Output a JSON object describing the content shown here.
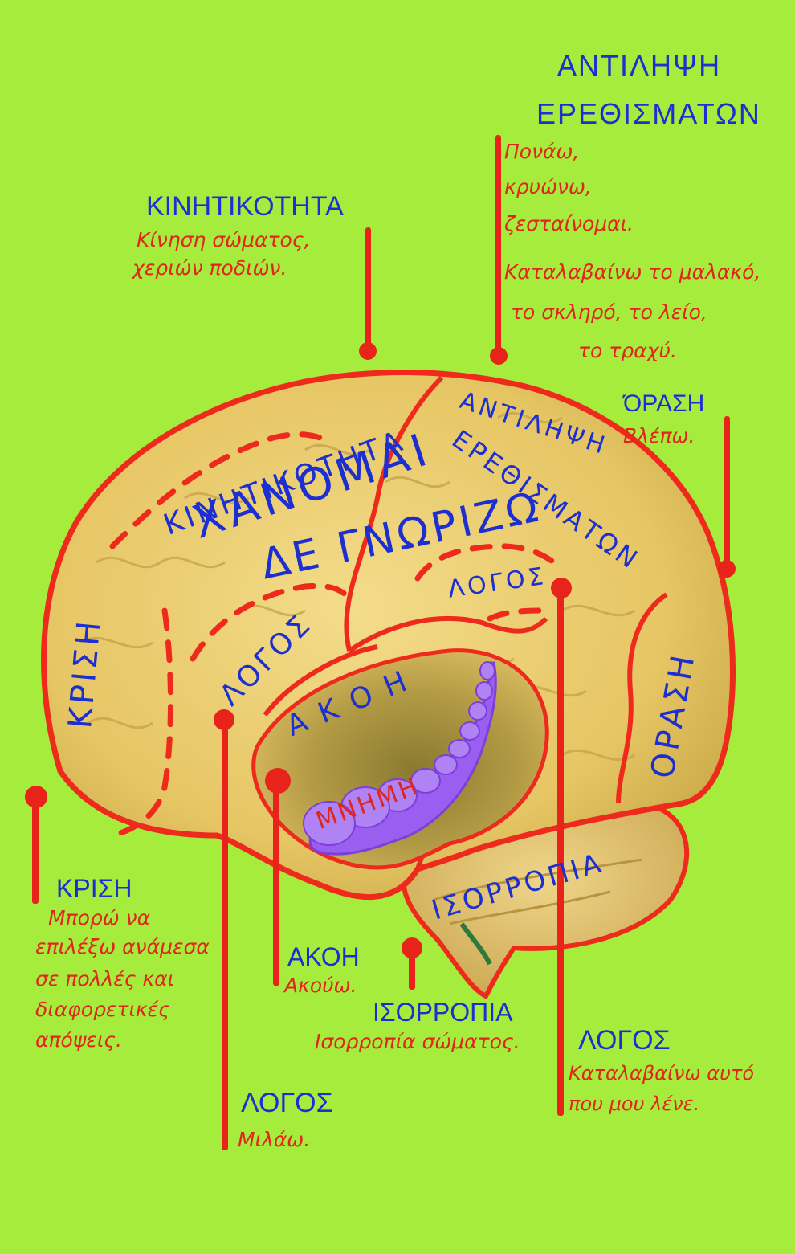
{
  "callouts": {
    "kinitikotita": {
      "title": "ΚΙΝΗΤΙΚΟΤΗΤΑ",
      "line1": "Κίνηση σώματος,",
      "line2": "χεριών ποδιών."
    },
    "antilipsi": {
      "title1": "ΑΝΤΙΛΗΨΗ",
      "title2": "ΕΡΕΘΙΣΜΑΤΩΝ",
      "line1": "Πονάω,",
      "line2": "κρυώνω,",
      "line3": "ζεσταίνομαι.",
      "line4": "Καταλαβαίνω το μαλακό,",
      "line5": "το σκληρό, το λείο,",
      "line6": "το τραχύ."
    },
    "orasi": {
      "title": "ΌΡΑΣΗ",
      "line1": "Βλέπω."
    },
    "krisi": {
      "title": "ΚΡΙΣΗ",
      "line1": "Μπορώ να",
      "line2": "επιλέξω ανάμεσα",
      "line3": "σε πολλές και",
      "line4": "διαφορετικές",
      "line5": "απόψεις."
    },
    "akoi": {
      "title": "ΑΚΟΗ",
      "line1": "Ακούω."
    },
    "isorropia": {
      "title": "ΙΣΟΡΡΟΠΙΑ",
      "line1": "Ισορροπία σώματος."
    },
    "logos_right": {
      "title": "ΛΟΓΟΣ",
      "line1": "Καταλαβαίνω αυτό",
      "line2": "που μου λένε."
    },
    "logos_bottom": {
      "title": "ΛΟΓΟΣ",
      "line1": "Μιλάω."
    }
  },
  "brain_labels": {
    "kinitikotita": "ΚΙΝΗΤΙΚΟΤΗΤΑ",
    "xanomai": "ΧΑΝΟΜΑΙ",
    "de_gnorizo": "ΔΕ ΓΝΩΡΙΖΩ",
    "antilipsi": "ΑΝΤΙΛΗΨΗ",
    "erethismaton": "ΕΡΕΘΙΣΜΑΤΩΝ",
    "krisi": "ΚΡΙΣΗ",
    "logos_front": "ΛΟΓΟΣ",
    "logos_back": "ΛΟΓΟΣ",
    "akoi": "ΑΚΟΗ",
    "mnimi": "ΜΝΗΜΗ",
    "orasi": "ΟΡΑΣΗ",
    "isorropia": "ΙΣΟΡΡΟΠΙΑ"
  },
  "colors": {
    "background": "#a6ec3c",
    "heading": "#1c2fd0",
    "description": "#e0261c",
    "brain": "#e6c564",
    "outline": "#ee2a1c",
    "memory": "#9a5ef0"
  }
}
